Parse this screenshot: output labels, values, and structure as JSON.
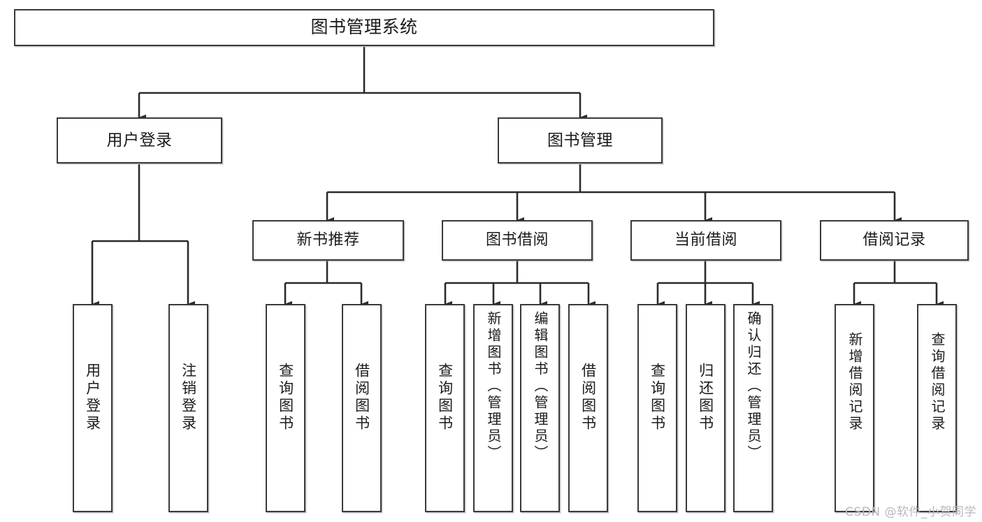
{
  "diagram": {
    "type": "tree-hierarchy-diagram",
    "root": {
      "id": "root",
      "label": "图书管理系统"
    },
    "level2": [
      {
        "id": "user-login",
        "label": "用户登录"
      },
      {
        "id": "book-management",
        "label": "图书管理"
      }
    ],
    "level3": [
      {
        "id": "new-book-recommend",
        "label": "新书推荐",
        "parent": "book-management"
      },
      {
        "id": "book-borrow",
        "label": "图书借阅",
        "parent": "book-management"
      },
      {
        "id": "current-borrow",
        "label": "当前借阅",
        "parent": "book-management"
      },
      {
        "id": "borrow-record",
        "label": "借阅记录",
        "parent": "book-management"
      }
    ],
    "leaves": [
      {
        "id": "leaf-user-login",
        "label": "用户登录",
        "parent": "user-login"
      },
      {
        "id": "leaf-logout-login",
        "label": "注销登录",
        "parent": "user-login"
      },
      {
        "id": "leaf-query-book-1",
        "label": "查询图书",
        "parent": "new-book-recommend"
      },
      {
        "id": "leaf-borrow-book-1",
        "label": "借阅图书",
        "parent": "new-book-recommend"
      },
      {
        "id": "leaf-query-book-2",
        "label": "查询图书",
        "parent": "book-borrow"
      },
      {
        "id": "leaf-add-book",
        "label": "新增图书（管理员）",
        "parent": "book-borrow"
      },
      {
        "id": "leaf-edit-book",
        "label": "编辑图书（管理员）",
        "parent": "book-borrow"
      },
      {
        "id": "leaf-borrow-book-2",
        "label": "借阅图书",
        "parent": "book-borrow"
      },
      {
        "id": "leaf-query-book-3",
        "label": "查询图书",
        "parent": "current-borrow"
      },
      {
        "id": "leaf-return-book",
        "label": "归还图书",
        "parent": "current-borrow"
      },
      {
        "id": "leaf-confirm-return",
        "label": "确认归还（管理员）",
        "parent": "current-borrow"
      },
      {
        "id": "leaf-add-record",
        "label": "新增借阅记录",
        "parent": "borrow-record"
      },
      {
        "id": "leaf-query-record",
        "label": "查询借阅记录",
        "parent": "borrow-record"
      }
    ]
  },
  "watermark": {
    "text": "CSDN @软件_小贺同学"
  },
  "colors": {
    "stroke": "#3a3a3a",
    "text": "#1b1b1b",
    "background": "#ffffff",
    "watermark": "#b9b9b9"
  }
}
